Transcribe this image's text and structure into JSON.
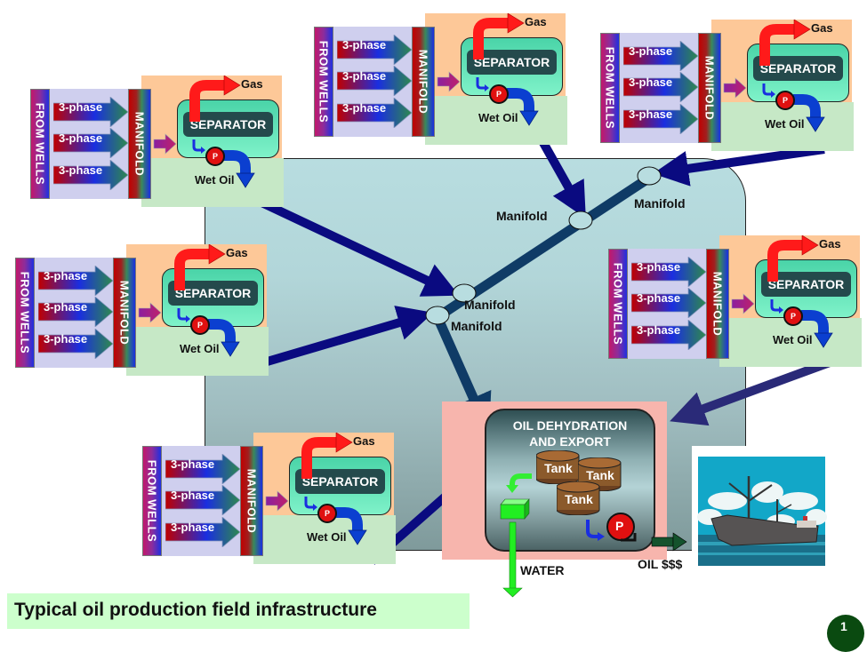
{
  "title": "Typical oil production field infrastructure",
  "well_unit": {
    "from_wells_label": "FROM WELLS",
    "phase_labels": [
      "3-phase",
      "3-phase",
      "3-phase"
    ],
    "manifold_label": "MANIFOLD",
    "separator_label": "SEPARATOR",
    "gas_label": "Gas",
    "wet_oil_label": "Wet Oil",
    "pump_label": "P"
  },
  "units": [
    {
      "id": "unit-top-left"
    },
    {
      "id": "unit-top-center"
    },
    {
      "id": "unit-top-right"
    },
    {
      "id": "unit-middle-left"
    },
    {
      "id": "unit-middle-right"
    },
    {
      "id": "unit-bottom-left"
    }
  ],
  "manifold_nodes": [
    "Manifold",
    "Manifold",
    "Manifold",
    "Manifold"
  ],
  "export": {
    "title_line1": "OIL DEHYDRATION",
    "title_line2": "AND EXPORT",
    "tanks": [
      "Tank",
      "Tank",
      "Tank"
    ],
    "pump_label": "P",
    "water_label": "WATER",
    "oil_label": "OIL $$$"
  },
  "ship_image": "oil-tanker-ship",
  "page_number": "1",
  "colors": {
    "field_bg": "#b8dde0",
    "pipeline": "#0f3b66",
    "flow_arrow": "#0a0a80",
    "separator_bg": "#fdc898",
    "wet_oil_bg": "#c6e8c6",
    "export_bg": "#f7b5ad",
    "caption_bg": "#ccffcc",
    "gas_arrow": "#ff1a1a",
    "water": "#22ee22",
    "oil_export_arrow": "#14532d"
  }
}
